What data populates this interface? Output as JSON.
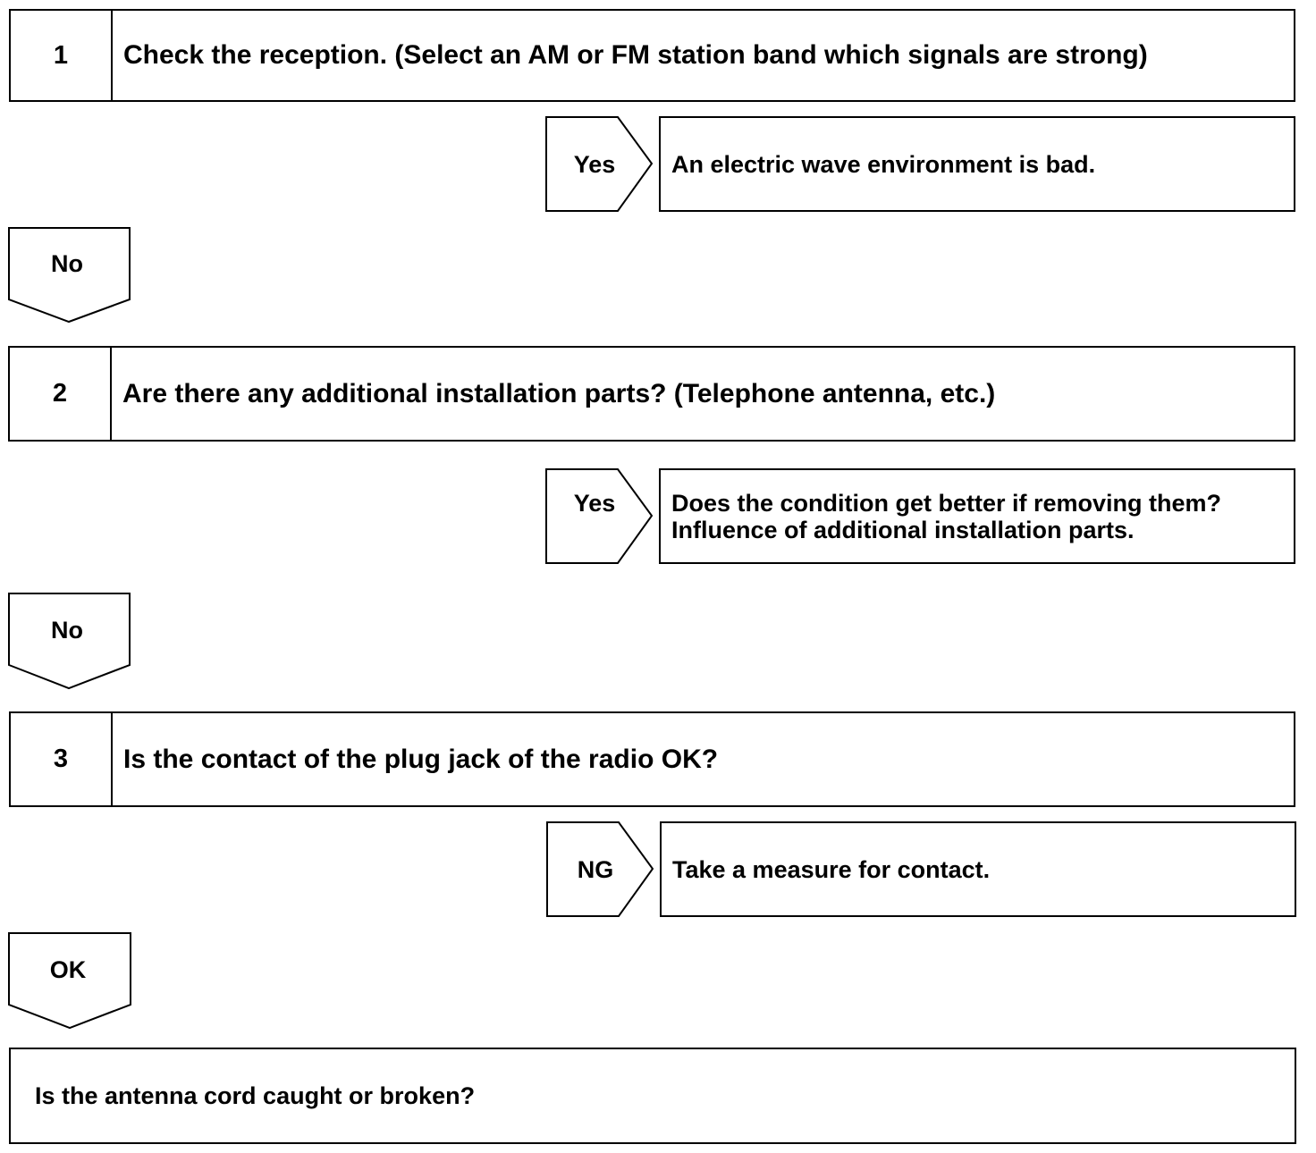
{
  "steps": [
    {
      "number": "1",
      "question": "Check the reception. (Select an AM or FM station band which signals are strong)",
      "branch_label": "Yes",
      "branch_result": [
        "An electric wave environment is bad."
      ],
      "continue_label": "No"
    },
    {
      "number": "2",
      "question": "Are there any additional installation parts? (Telephone antenna, etc.)",
      "branch_label": "Yes",
      "branch_result": [
        "Does the condition get better if removing them?",
        "Influence of additional installation parts."
      ],
      "continue_label": "No"
    },
    {
      "number": "3",
      "question": "Is the contact of the plug jack of the radio OK?",
      "branch_label": "NG",
      "branch_result": [
        "Take a measure for contact."
      ],
      "continue_label": "OK"
    }
  ],
  "final_step": "Is the antenna cord caught or broken?"
}
